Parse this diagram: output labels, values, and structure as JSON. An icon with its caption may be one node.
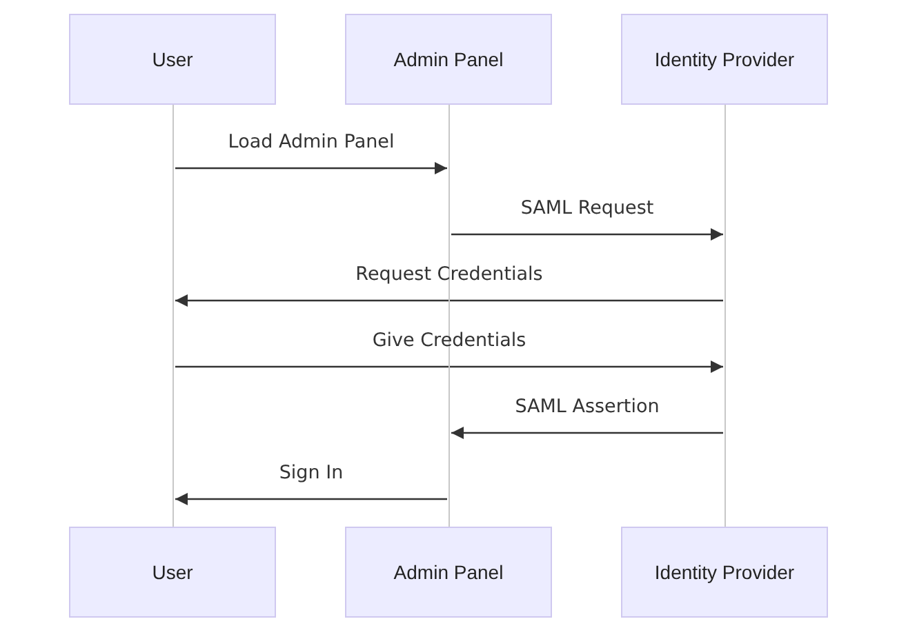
{
  "diagram": {
    "nodes": [
      {
        "text": [
          "User"
        ]
      },
      {
        "text": [
          "Admin Panel"
        ]
      },
      {
        "text": [
          "Identity Provider"
        ]
      },
      {
        "text": [],
        "shape": "line"
      },
      {
        "text": [],
        "shape": "line"
      },
      {
        "text": [],
        "shape": "line"
      },
      {
        "text": [
          "User"
        ]
      },
      {
        "text": [
          "Admin Panel"
        ]
      },
      {
        "text": [
          "Identity Provider"
        ]
      }
    ],
    "edges": [
      {
        "from": 3,
        "to": 4,
        "arrow": "to",
        "label": "Load Admin Panel"
      },
      {
        "from": 4,
        "to": 5,
        "arrow": "to",
        "label": "SAML Request"
      },
      {
        "from": 5,
        "to": 3,
        "arrow": "to",
        "label": "Request Credentials"
      },
      {
        "from": 3,
        "to": 5,
        "arrow": "to",
        "label": "Give Credentials"
      },
      {
        "from": 5,
        "to": 4,
        "arrow": "to",
        "label": "SAML Assertion"
      },
      {
        "from": 4,
        "to": 3,
        "arrow": "to",
        "label": "Sign In"
      }
    ]
  }
}
